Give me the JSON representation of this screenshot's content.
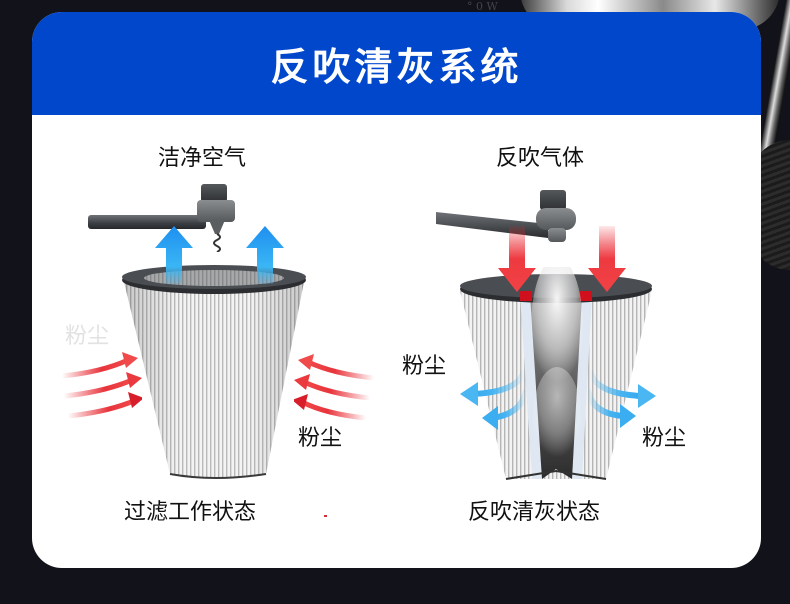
{
  "background": {
    "product_text": "° 0 W",
    "color": "#12131a"
  },
  "card": {
    "title": "反吹清灰系统",
    "header_color": "#0047cc"
  },
  "left_diagram": {
    "top_label": "洁净空气",
    "dust_label_faint": "粉尘",
    "dust_label": "粉尘",
    "caption": "过滤工作状态",
    "airflow_arrows": {
      "direction": "up",
      "color": "#2aa6f0",
      "count": 2
    },
    "dust_arrows": {
      "direction": "inward",
      "color": "#e02030",
      "count_per_side": 3
    }
  },
  "right_diagram": {
    "top_label": "反吹气体",
    "dust_label_left": "粉尘",
    "dust_label_right": "粉尘",
    "caption": "反吹清灰状态",
    "pulse_arrows": {
      "direction": "down",
      "color": "#e8262f",
      "count": 2
    },
    "dust_arrows": {
      "direction": "outward",
      "color": "#3fb0f0",
      "count_per_side": 2
    }
  }
}
